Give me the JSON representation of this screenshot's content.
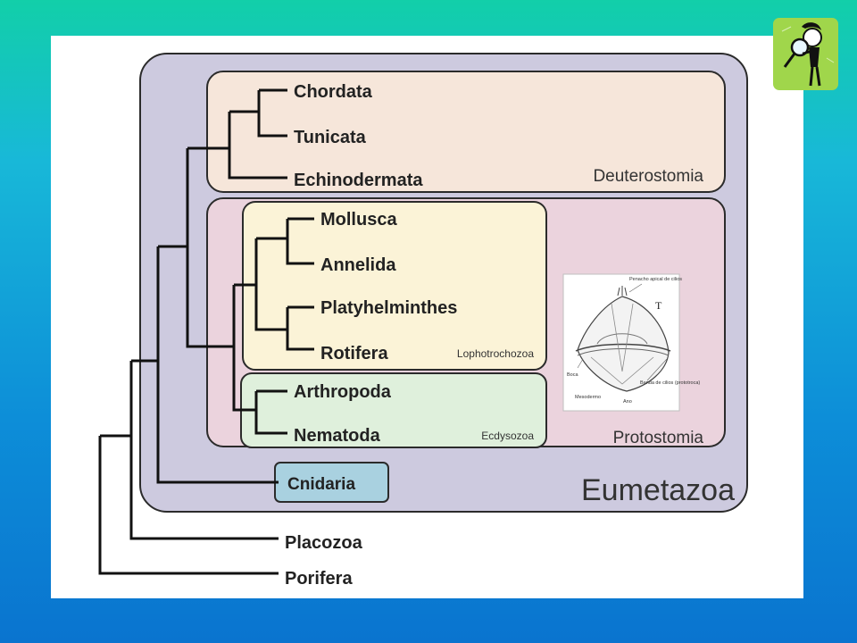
{
  "taxa": {
    "chordata": "Chordata",
    "tunicata": "Tunicata",
    "echinodermata": "Echinodermata",
    "mollusca": "Mollusca",
    "annelida": "Annelida",
    "platyhelminthes": "Platyhelminthes",
    "rotifera": "Rotifera",
    "arthropoda": "Arthropoda",
    "nematoda": "Nematoda",
    "cnidaria": "Cnidaria",
    "placozoa": "Placozoa",
    "porifera": "Porifera"
  },
  "groups": {
    "deuterostomia": "Deuterostomia",
    "lophotrochozoa": "Lophotrochozoa",
    "ecdysozoa": "Ecdysozoa",
    "protostomia": "Protostomia",
    "eumetazoa": "Eumetazoa"
  },
  "larva_inset": {
    "title_mark": "T",
    "apical_tuft": "Penacho apical de cilios",
    "mouth": "Boca",
    "cilia_band": "Banda de cilios (prototroca)",
    "mesoderm": "Mesodermo",
    "anus": "Ano"
  },
  "colors": {
    "eumetazoa_box": "#cdcadf",
    "deuterostomia_box": "#f6e6da",
    "protostomia_box": "#ebd3dd",
    "lophotrochozoa_box": "#fbf3d7",
    "ecdysozoa_box": "#dff0dc",
    "cnidaria_box": "#a9d1e0",
    "logo_bg": "#a0d64b"
  },
  "icons": {
    "logo": "magnifier-person-icon"
  }
}
